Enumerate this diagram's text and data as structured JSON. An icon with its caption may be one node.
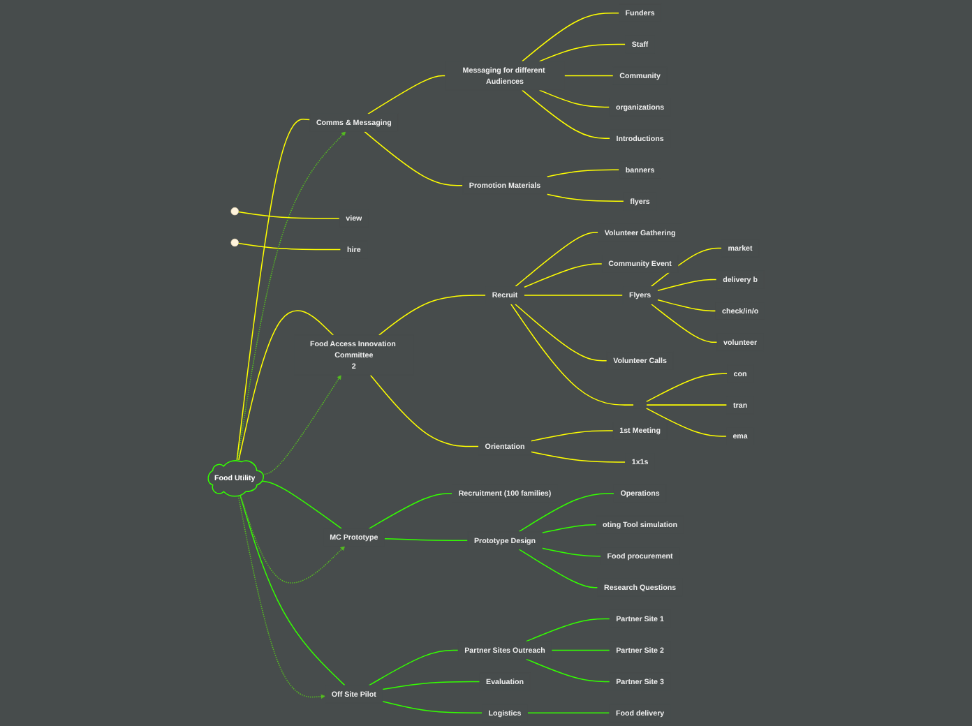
{
  "diagram": {
    "nodes": [
      {
        "text": [
          "Food Utility"
        ]
      },
      {
        "text": [
          "Comms & Messaging"
        ]
      },
      {
        "text": [
          "Messaging for different Audiences"
        ]
      },
      {
        "text": [
          "Funders"
        ]
      },
      {
        "text": [
          "Staff"
        ]
      },
      {
        "text": [
          "Community"
        ]
      },
      {
        "text": [
          "organizations"
        ]
      },
      {
        "text": [
          "Introductions"
        ]
      },
      {
        "text": [
          "Promotion Materials"
        ]
      },
      {
        "text": [
          "banners"
        ]
      },
      {
        "text": [
          "flyers"
        ]
      },
      {
        "text": [
          "view"
        ]
      },
      {
        "text": [
          "hire"
        ]
      },
      {
        "text": [
          "Food Access Innovation Committee",
          "2"
        ]
      },
      {
        "text": [
          "Recruit"
        ]
      },
      {
        "text": [
          "Volunteer Gathering"
        ]
      },
      {
        "text": [
          "Community Event"
        ]
      },
      {
        "text": [
          "Flyers"
        ]
      },
      {
        "text": [
          "market"
        ]
      },
      {
        "text": [
          "delivery b"
        ]
      },
      {
        "text": [
          "check/in/o"
        ]
      },
      {
        "text": [
          "volunteer"
        ]
      },
      {
        "text": [
          "Volunteer Calls"
        ]
      },
      {
        "text": [],
        "shape": "box"
      },
      {
        "text": [
          "con"
        ]
      },
      {
        "text": [
          "tran"
        ]
      },
      {
        "text": [
          "ema"
        ]
      },
      {
        "text": [
          "Orientation"
        ]
      },
      {
        "text": [
          "1st Meeting"
        ]
      },
      {
        "text": [
          "1x1s"
        ]
      },
      {
        "text": [
          "MC Prototype"
        ]
      },
      {
        "text": [
          "Recruitment (100 families)"
        ]
      },
      {
        "text": [
          "Prototype Design"
        ]
      },
      {
        "text": [
          "Operations"
        ]
      },
      {
        "text": [
          "oting Tool simulation"
        ]
      },
      {
        "text": [
          "Food procurement"
        ]
      },
      {
        "text": [
          "Research Questions"
        ]
      },
      {
        "text": [
          "Off Site Pilot"
        ]
      },
      {
        "text": [
          "Partner Sites Outreach"
        ]
      },
      {
        "text": [
          "Partner Site 1"
        ]
      },
      {
        "text": [
          "Partner Site 2"
        ]
      },
      {
        "text": [
          "Partner Site 3"
        ]
      },
      {
        "text": [
          "Evaluation"
        ]
      },
      {
        "text": [
          "Logistics"
        ]
      },
      {
        "text": [
          "Food delivery"
        ]
      }
    ],
    "edges": [
      {
        "from": 0,
        "to": 1,
        "arrow": "none",
        "color": "#ffff00"
      },
      {
        "from": 1,
        "to": 2,
        "arrow": "none",
        "color": "#ffff00"
      },
      {
        "from": 2,
        "to": 3,
        "arrow": "none",
        "color": "#ffff00"
      },
      {
        "from": 2,
        "to": 4,
        "arrow": "none",
        "color": "#ffff00"
      },
      {
        "from": 2,
        "to": 5,
        "arrow": "none",
        "color": "#ffff00"
      },
      {
        "from": 2,
        "to": 6,
        "arrow": "none",
        "color": "#ffff00"
      },
      {
        "from": 2,
        "to": 7,
        "arrow": "none",
        "color": "#ffff00"
      },
      {
        "from": 1,
        "to": 8,
        "arrow": "none",
        "color": "#ffff00"
      },
      {
        "from": 8,
        "to": 9,
        "arrow": "none",
        "color": "#ffff00"
      },
      {
        "from": 8,
        "to": 10,
        "arrow": "none",
        "color": "#ffff00"
      },
      {
        "from": null,
        "to": 11,
        "arrow": "none",
        "color": "#ffff00"
      },
      {
        "from": null,
        "to": 12,
        "arrow": "none",
        "color": "#ffff00"
      },
      {
        "from": 0,
        "to": 13,
        "arrow": "none",
        "color": "#ffff00"
      },
      {
        "from": 13,
        "to": 14,
        "arrow": "none",
        "color": "#ffff00"
      },
      {
        "from": 14,
        "to": 15,
        "arrow": "none",
        "color": "#ffff00"
      },
      {
        "from": 14,
        "to": 16,
        "arrow": "none",
        "color": "#ffff00"
      },
      {
        "from": 14,
        "to": 17,
        "arrow": "none",
        "color": "#ffff00"
      },
      {
        "from": 17,
        "to": 18,
        "arrow": "none",
        "color": "#ffff00"
      },
      {
        "from": 17,
        "to": 19,
        "arrow": "none",
        "color": "#ffff00"
      },
      {
        "from": 17,
        "to": 20,
        "arrow": "none",
        "color": "#ffff00"
      },
      {
        "from": 17,
        "to": 21,
        "arrow": "none",
        "color": "#ffff00"
      },
      {
        "from": 14,
        "to": 22,
        "arrow": "none",
        "color": "#ffff00"
      },
      {
        "from": 14,
        "to": 23,
        "arrow": "none",
        "color": "#ffff00"
      },
      {
        "from": 23,
        "to": 24,
        "arrow": "none",
        "color": "#ffff00"
      },
      {
        "from": 23,
        "to": 25,
        "arrow": "none",
        "color": "#ffff00"
      },
      {
        "from": 23,
        "to": 26,
        "arrow": "none",
        "color": "#ffff00"
      },
      {
        "from": 13,
        "to": 27,
        "arrow": "none",
        "color": "#ffff00"
      },
      {
        "from": 27,
        "to": 28,
        "arrow": "none",
        "color": "#ffff00"
      },
      {
        "from": 27,
        "to": 29,
        "arrow": "none",
        "color": "#ffff00"
      },
      {
        "from": 0,
        "to": 30,
        "arrow": "none",
        "color": "#33ff00"
      },
      {
        "from": 30,
        "to": 31,
        "arrow": "none",
        "color": "#33ff00"
      },
      {
        "from": 30,
        "to": 32,
        "arrow": "none",
        "color": "#33ff00"
      },
      {
        "from": 32,
        "to": 33,
        "arrow": "none",
        "color": "#33ff00"
      },
      {
        "from": 32,
        "to": 34,
        "arrow": "none",
        "color": "#33ff00"
      },
      {
        "from": 32,
        "to": 35,
        "arrow": "none",
        "color": "#33ff00"
      },
      {
        "from": 32,
        "to": 36,
        "arrow": "none",
        "color": "#33ff00"
      },
      {
        "from": 0,
        "to": 37,
        "arrow": "none",
        "color": "#33ff00"
      },
      {
        "from": 37,
        "to": 38,
        "arrow": "none",
        "color": "#33ff00"
      },
      {
        "from": 38,
        "to": 39,
        "arrow": "none",
        "color": "#33ff00"
      },
      {
        "from": 38,
        "to": 40,
        "arrow": "none",
        "color": "#33ff00"
      },
      {
        "from": 38,
        "to": 41,
        "arrow": "none",
        "color": "#33ff00"
      },
      {
        "from": 37,
        "to": 42,
        "arrow": "none",
        "color": "#33ff00"
      },
      {
        "from": 37,
        "to": 43,
        "arrow": "none",
        "color": "#33ff00"
      },
      {
        "from": 43,
        "to": 44,
        "arrow": "none",
        "color": "#33ff00"
      },
      {
        "from": 0,
        "to": 1,
        "arrow": "to",
        "style": "dashed",
        "color": "#55bb22"
      },
      {
        "from": 0,
        "to": 13,
        "arrow": "to",
        "style": "dashed",
        "color": "#55bb22"
      },
      {
        "from": 0,
        "to": 30,
        "arrow": "to",
        "style": "dashed",
        "color": "#55bb22"
      },
      {
        "from": 0,
        "to": 37,
        "arrow": "to",
        "style": "dashed",
        "color": "#55bb22"
      }
    ]
  }
}
